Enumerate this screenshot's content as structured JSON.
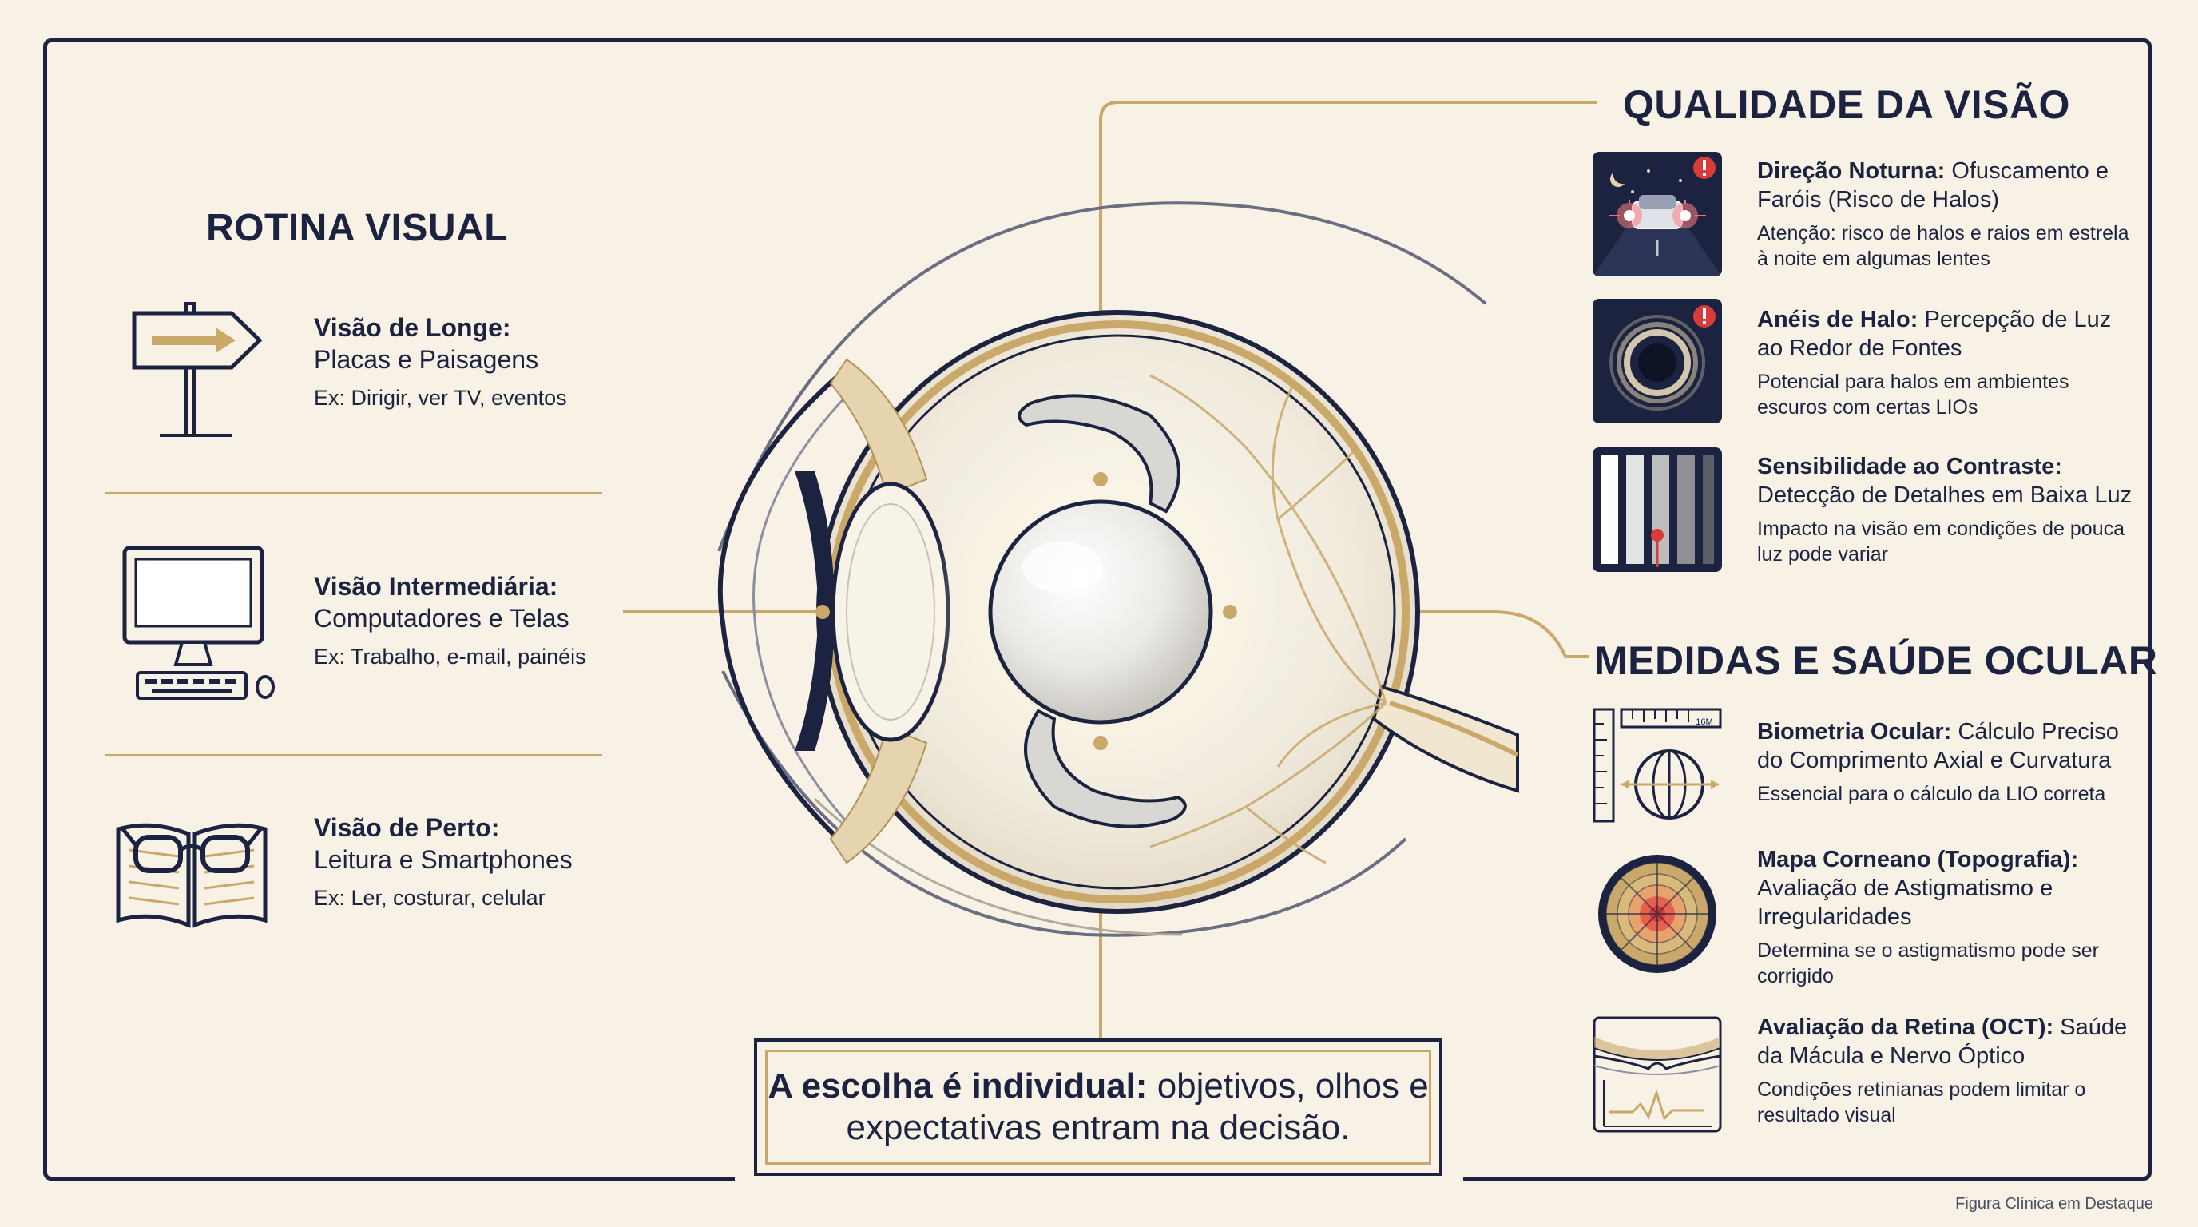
{
  "left": {
    "heading": "ROTINA VISUAL",
    "items": [
      {
        "title": "Visão de Longe:",
        "subtitle": "Placas e Paisagens",
        "example": "Ex: Dirigir, ver TV, eventos",
        "icon": "signpost-icon"
      },
      {
        "title": "Visão Intermediária:",
        "subtitle": "Computadores e Telas",
        "example": "Ex: Trabalho, e-mail, painéis",
        "icon": "computer-icon"
      },
      {
        "title": "Visão de Perto:",
        "subtitle": "Leitura e Smartphones",
        "example": "Ex: Ler, costurar, celular",
        "icon": "book-glasses-icon"
      }
    ]
  },
  "quality": {
    "heading": "QUALIDADE DA VISÃO",
    "items": [
      {
        "bold": "Direção Noturna:",
        "rest": " Ofuscamento e Faróis (Risco de Halos)",
        "note": "Atenção: risco de halos e raios em estrela à noite em algumas lentes",
        "icon": "night-driving-icon"
      },
      {
        "bold": "Anéis de Halo:",
        "rest": " Percepção de Luz ao Redor de Fontes",
        "note": "Potencial para halos em ambientes escuros com certas LIOs",
        "icon": "halo-rings-icon"
      },
      {
        "bold": "Sensibilidade ao Contraste:",
        "rest": " Detecção de Detalhes em Baixa Luz",
        "note": "Impacto na visão em condições de pouca luz pode variar",
        "icon": "contrast-bars-icon"
      }
    ]
  },
  "health": {
    "heading": "MEDIDAS E SAÚDE OCULAR",
    "items": [
      {
        "bold": "Biometria Ocular:",
        "rest": " Cálculo Preciso do Comprimento Axial e Curvatura",
        "note": "Essencial para o cálculo da LIO correta",
        "icon": "biometry-icon",
        "ruler_label": "16M"
      },
      {
        "bold": "Mapa Corneano (Topografia):",
        "rest": " Avaliação de Astigmatismo e Irregularidades",
        "note": "Determina se o astigmatismo pode ser corrigido",
        "icon": "corneal-map-icon"
      },
      {
        "bold": "Avaliação da Retina (OCT):",
        "rest": " Saúde da Mácula e Nervo Óptico",
        "note": "Condições retinianas podem limitar o resultado visual",
        "icon": "oct-scan-icon"
      }
    ]
  },
  "callout": {
    "bold": "A escolha é individual:",
    "rest": " objetivos, olhos e expectativas entram na decisão."
  },
  "credit": "Figura Clínica em Destaque",
  "colors": {
    "navy": "#1c2341",
    "gold": "#c9a86a",
    "background": "#f7f1e6",
    "alert": "#d93a3a"
  }
}
